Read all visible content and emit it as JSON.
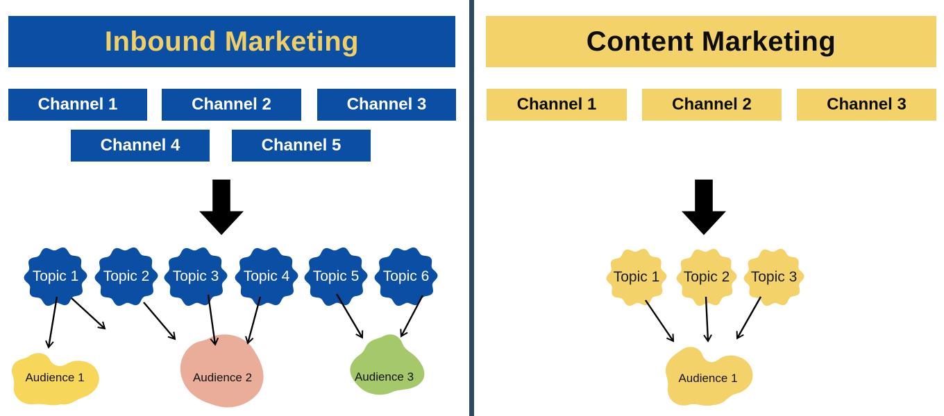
{
  "left_panel": {
    "title": "Inbound Marketing",
    "channels": [
      "Channel 1",
      "Channel 2",
      "Channel 3",
      "Channel 4",
      "Channel 5"
    ],
    "topics": [
      "Topic 1",
      "Topic 2",
      "Topic 3",
      "Topic 4",
      "Topic 5",
      "Topic 6"
    ],
    "audiences": [
      "Audience 1",
      "Audience 2",
      "Audience 3"
    ]
  },
  "right_panel": {
    "title": "Content Marketing",
    "channels": [
      "Channel 1",
      "Channel 2",
      "Channel 3"
    ],
    "topics": [
      "Topic 1",
      "Topic 2",
      "Topic 3"
    ],
    "audiences": [
      "Audience 1"
    ]
  },
  "colors": {
    "blue": "#0b4fa5",
    "yellow": "#f3d269",
    "audience_yellow": "#f6d75a",
    "salmon": "#e9ad9a",
    "green": "#a5c96a",
    "divider_navy": "#2e4a67",
    "title_yellow": "#f0cf66",
    "ink": "#0d0d0d"
  },
  "icons": {
    "big_down_arrow": "block-down-arrow",
    "connector_arrow": "thin-arrow"
  }
}
